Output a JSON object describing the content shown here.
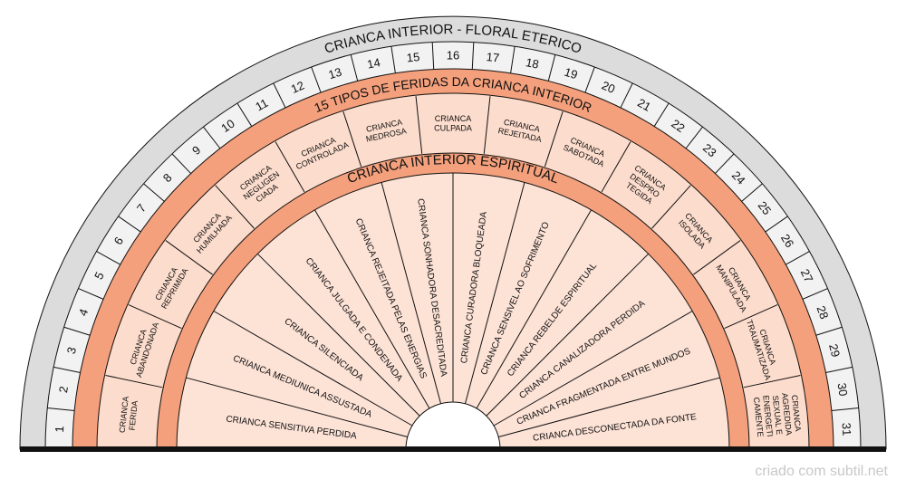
{
  "outer_title": "CRIANCA INTERIOR - FLORAL ETERICO",
  "middle_title": "15 TIPOS DE FERIDAS DA CRIANCA INTERIOR",
  "inner_title": "CRIANCA INTERIOR ESPIRITUAL",
  "numbers": [
    "1",
    "2",
    "3",
    "4",
    "5",
    "6",
    "7",
    "8",
    "9",
    "10",
    "11",
    "12",
    "13",
    "14",
    "15",
    "16",
    "17",
    "18",
    "19",
    "20",
    "21",
    "22",
    "23",
    "24",
    "25",
    "26",
    "27",
    "28",
    "29",
    "30",
    "31"
  ],
  "wounds": [
    [
      "CRIANCA",
      "FERIDA"
    ],
    [
      "CRIANCA",
      "ABANDONADA"
    ],
    [
      "CRIANCA",
      "REPRIMIDA"
    ],
    [
      "CRIANCA",
      "HUMILHADA"
    ],
    [
      "CRIANCA",
      "NEGLIGEN",
      "CIADA"
    ],
    [
      "CRIANCA",
      "CONTROLADA"
    ],
    [
      "CRIANCA",
      "MEDROSA"
    ],
    [
      "CRIANCA",
      "CULPADA"
    ],
    [
      "CRIANCA",
      "REJEITADA"
    ],
    [
      "CRIANCA",
      "SABOTADA"
    ],
    [
      "CRIANCA",
      "DESPRO",
      "TEGIDA"
    ],
    [
      "CRIANCA",
      "ISOLADA"
    ],
    [
      "CRIANCA",
      "MANIPULADA"
    ],
    [
      "CRIANCA",
      "TRAUMATIZADA"
    ],
    [
      "CRIANCA",
      "AGREDIDA",
      "SEXUAL E",
      "ENERGETI",
      "CAMENTE"
    ]
  ],
  "spiritual": [
    "CRIANCA SENSITIVA PERDIDA",
    "CRIANCA MEDIUNICA ASSUSTADA",
    "CRIANCA SILENCIADA",
    "CRIANCA JULGADA E CONDENADA",
    "CRIANCA REJEITADA PELAS ENERGIAS",
    "CRIANCA SONHADORA DESACREDITADA",
    "CRIANCA CURADORA BLOQUEADA",
    "CRIANCA SENSIVEL AO SOFRIMENTO",
    "CRIANCA REBELDE ESPIRITUAL",
    "CRIANCA CANALIZADORA PERDIDA",
    "CRIANCA FRAGMENTADA ENTRE MUNDOS",
    "CRIANCA DESCONECTADA DA FONTE"
  ],
  "credit": "criado com subtil.net",
  "colors": {
    "outer_ring": "#dcdcdc",
    "number_cells": "#f2f2f2",
    "orange_band": "#f4a07c",
    "salmon_cells": "#fcdccc",
    "inner_cells": "#fde2d6",
    "outline": "#111111"
  }
}
